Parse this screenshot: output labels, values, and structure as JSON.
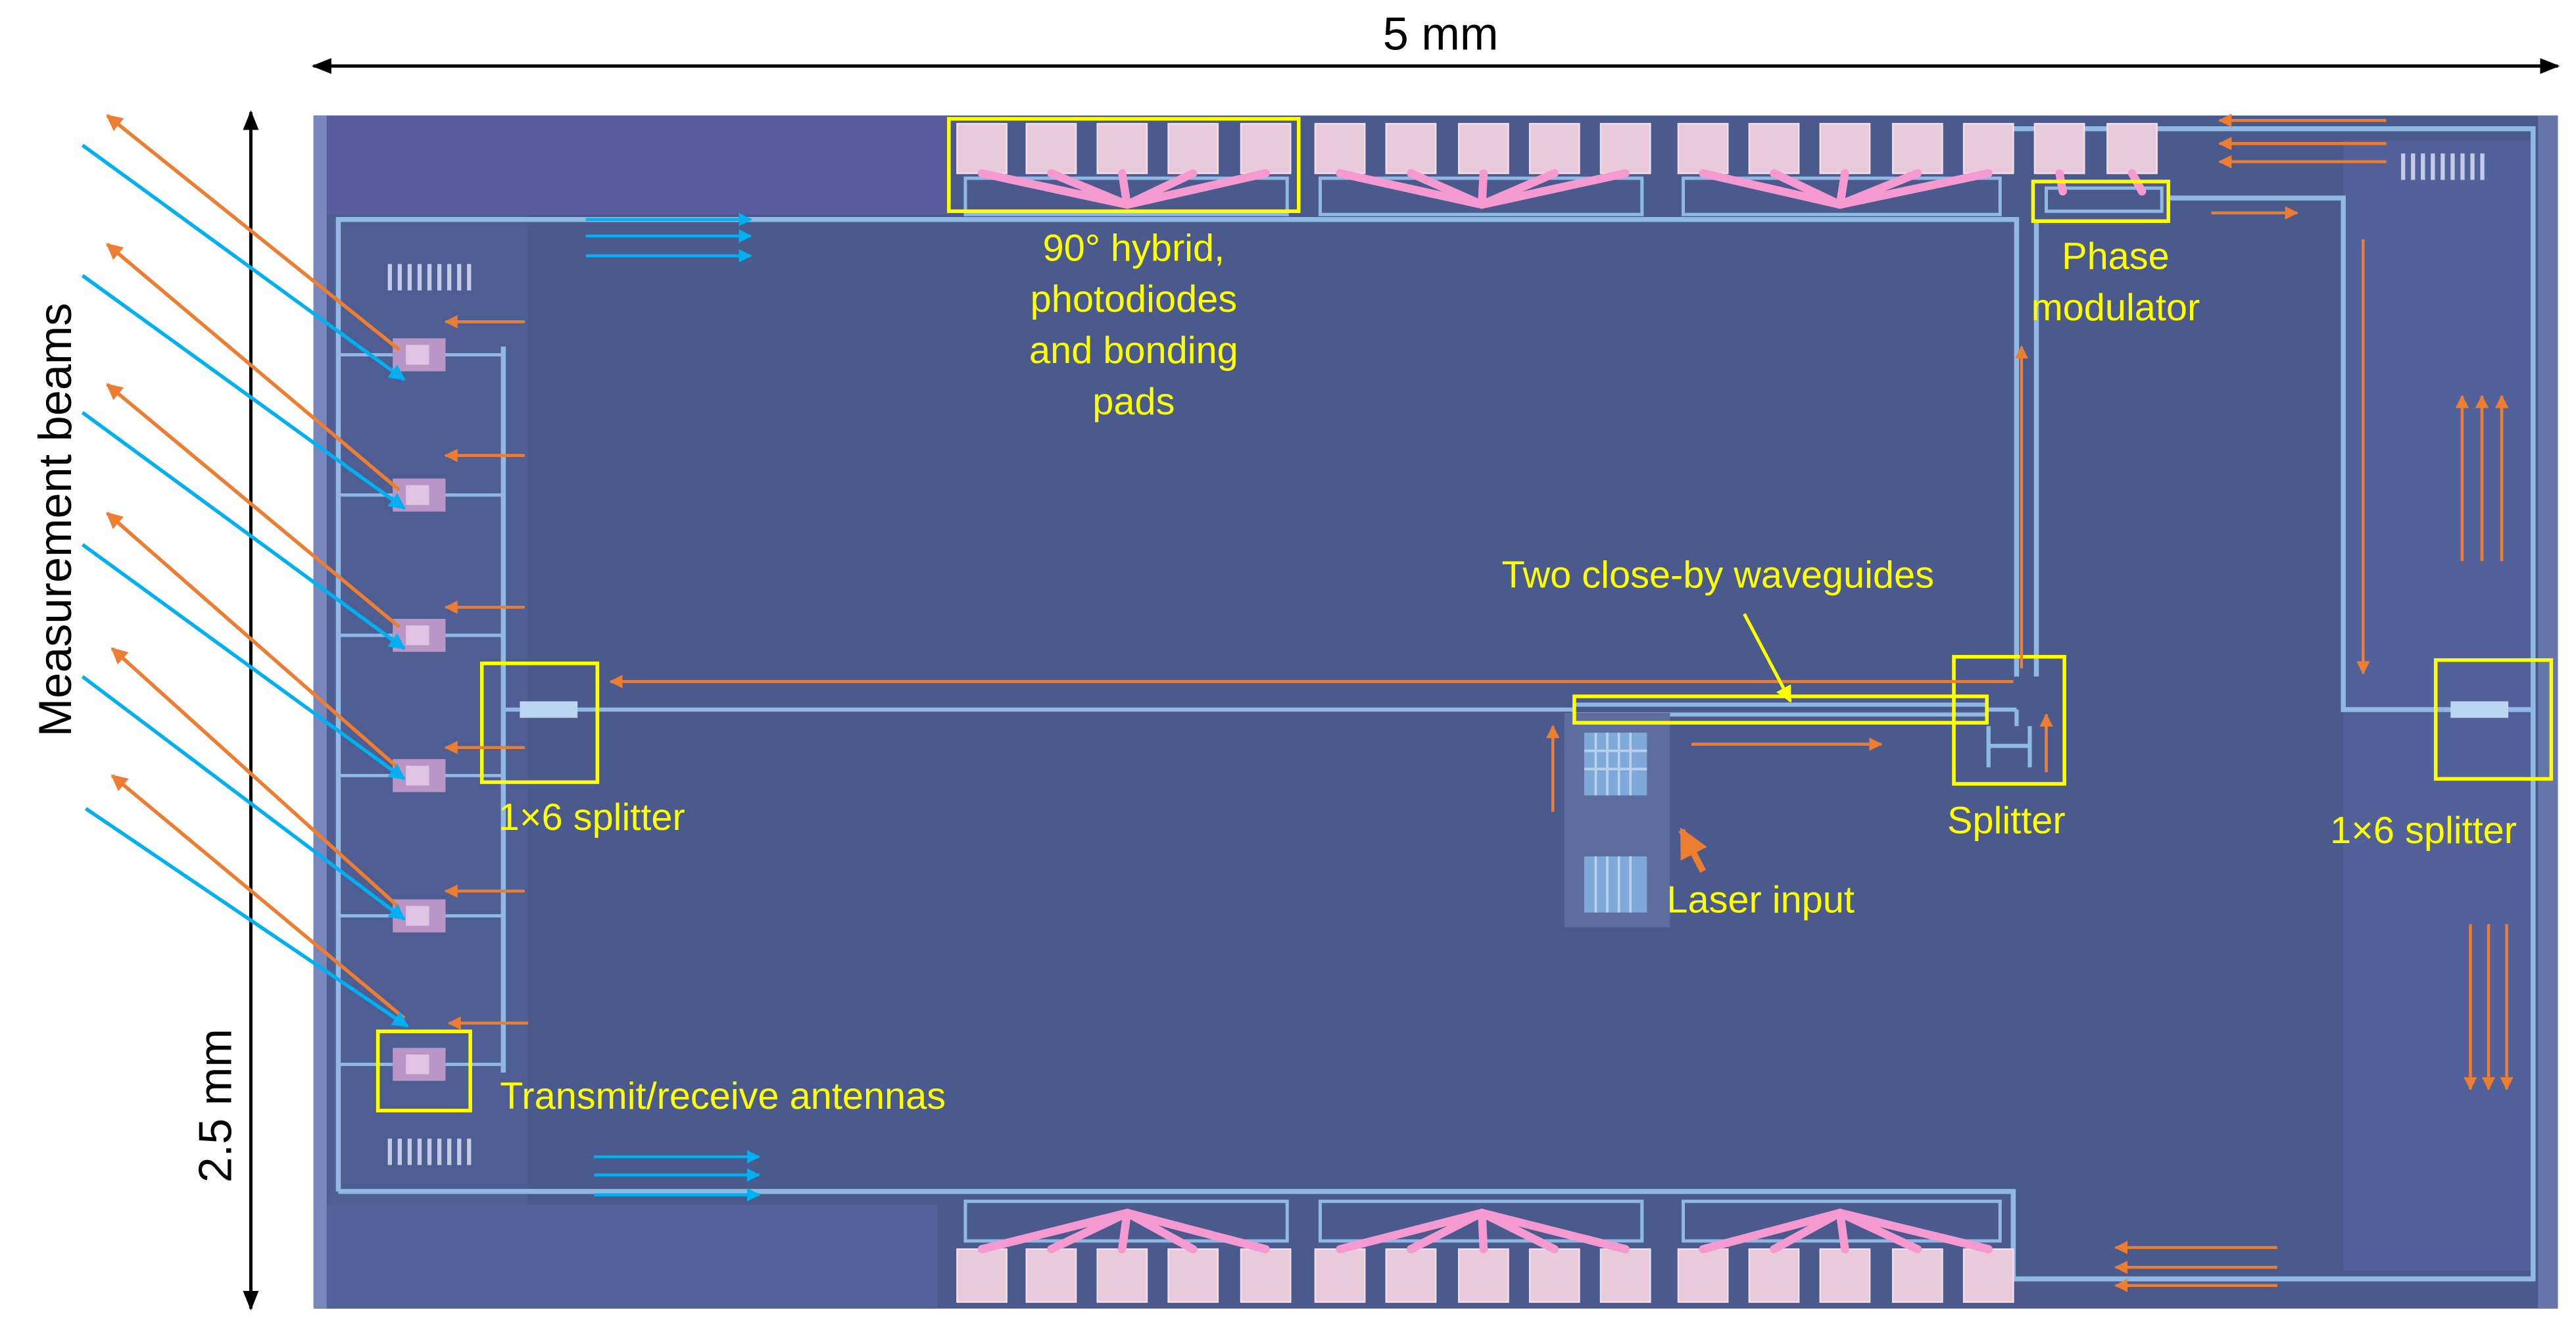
{
  "figure": {
    "dimensions": {
      "width_label": "5 mm",
      "height_label": "2.5 mm"
    },
    "side_label": "Measurement beams",
    "annotations": {
      "hybrid": {
        "lines": [
          "90° hybrid,",
          "photodiodes",
          "and bonding",
          "pads"
        ]
      },
      "phase_modulator": {
        "lines": [
          "Phase",
          "modulator"
        ]
      },
      "close_waveguides": "Two close-by waveguides",
      "splitter_left": "1×6 splitter",
      "splitter_center": "Splitter",
      "splitter_right": "1×6 splitter",
      "laser_input": "Laser input",
      "antennas": "Transmit/receive antennas"
    },
    "colors": {
      "annotation": "#ffff00",
      "beam_outgoing": "#ed7d31",
      "beam_incoming": "#00b0f0",
      "chip": "#4a5a8c",
      "waveguide": "#8fb8e3",
      "pad": "#e9cadb",
      "photodiode_fan": "#f59ad0"
    }
  }
}
